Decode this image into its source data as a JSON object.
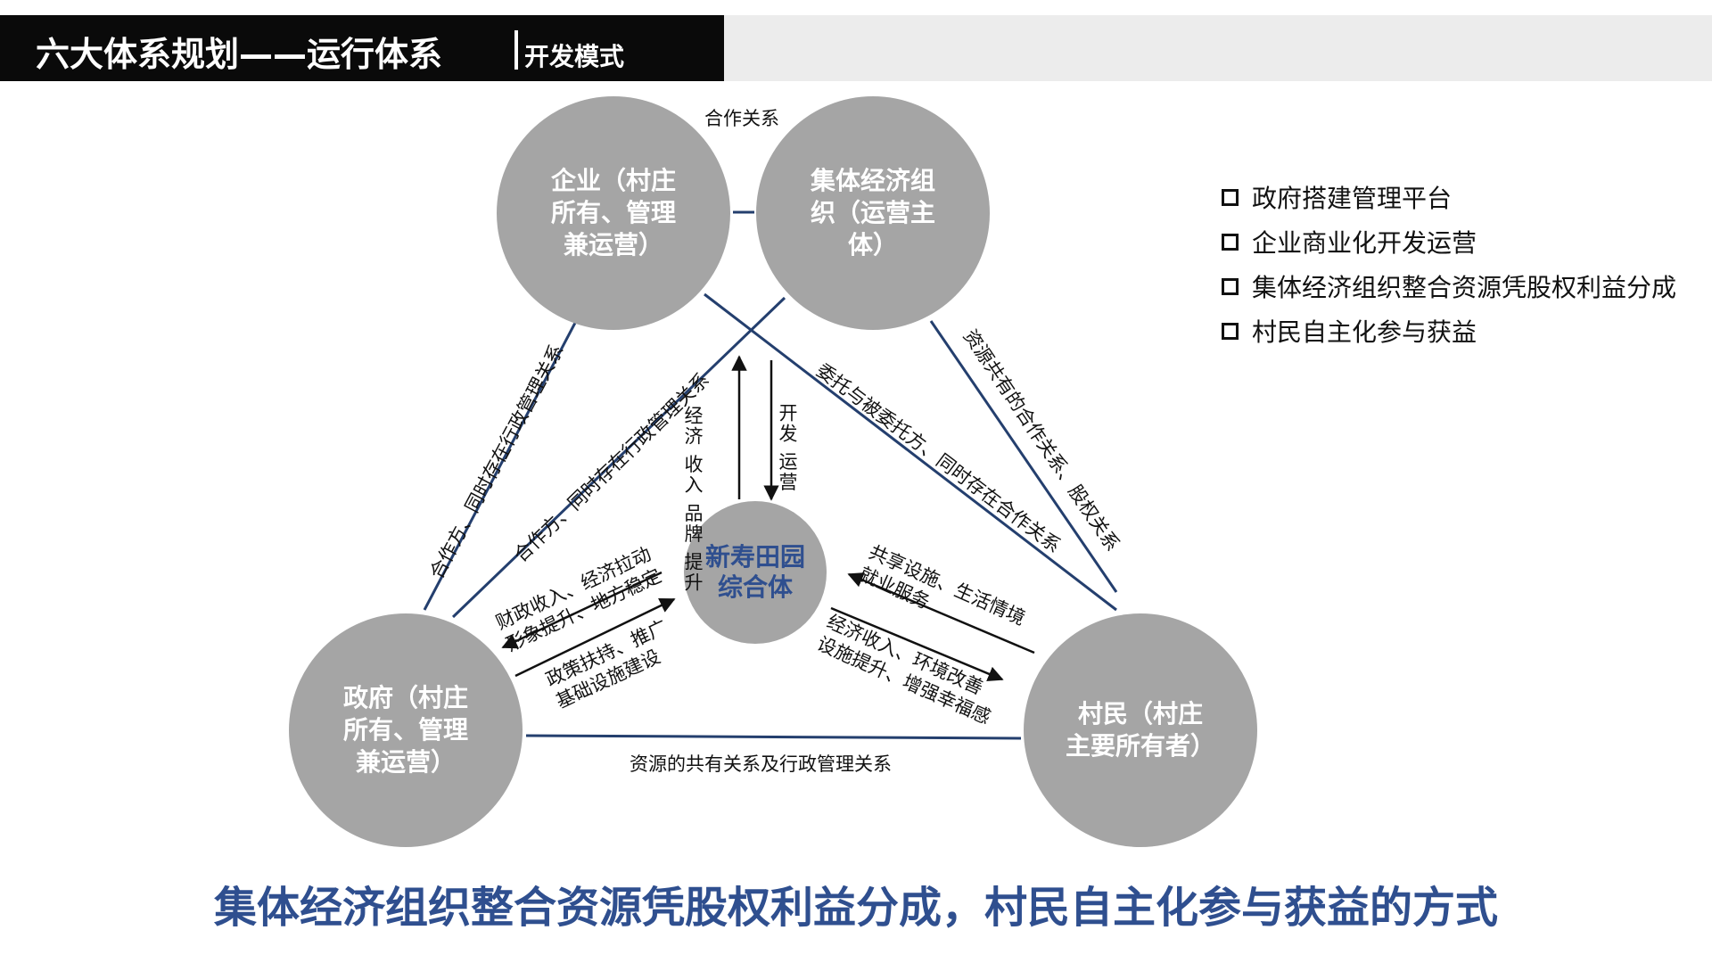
{
  "header": {
    "title": "六大体系规划——运行体系",
    "subtitle": "开发模式"
  },
  "nodes": {
    "enterprise": "企业（村庄\n所有、管理\n兼运营）",
    "collective": "集体经济组\n织（运营主\n体）",
    "government": "政府（村庄\n所有、管理\n兼运营）",
    "villagers": "村民（村庄\n主要所有者）",
    "center": "新寿田园\n综合体"
  },
  "relations": {
    "top": "合作关系",
    "bottom": "资源的共有关系及行政管理关系",
    "left_outer": "合作方、同时存在行政管理关系",
    "left_inner": "合作方、同时存在行政管理关系",
    "right_cross": "委托与被委托方、同时存在合作关系",
    "right_outer": "资源共有的合作关系、股权关系",
    "center_up": "经济\n收入\n品牌\n提升",
    "center_down": "开发\n运营",
    "left_to_gov": "财政收入、经济拉动\n形象提升、地方稳定",
    "left_to_center": "政策扶持、推广\n基础设施建设",
    "right_to_villagers": "经济收入、环境改善\n设施提升、增强幸福感",
    "right_to_center": "共享设施、生活情境\n就业服务"
  },
  "bullets": [
    "政府搭建管理平台",
    "企业商业化开发运营",
    "集体经济组织整合资源凭股权利益分成",
    "村民自主化参与获益"
  ],
  "bottom_text": "集体经济组织整合资源凭股权利益分成，村民自主化参与获益的方式",
  "colors": {
    "header_bg": "#0a0a0a",
    "header_light": "#ececec",
    "circle": "#a5a5a5",
    "line": "#243f6e",
    "accent_text": "#2f4f8f"
  }
}
